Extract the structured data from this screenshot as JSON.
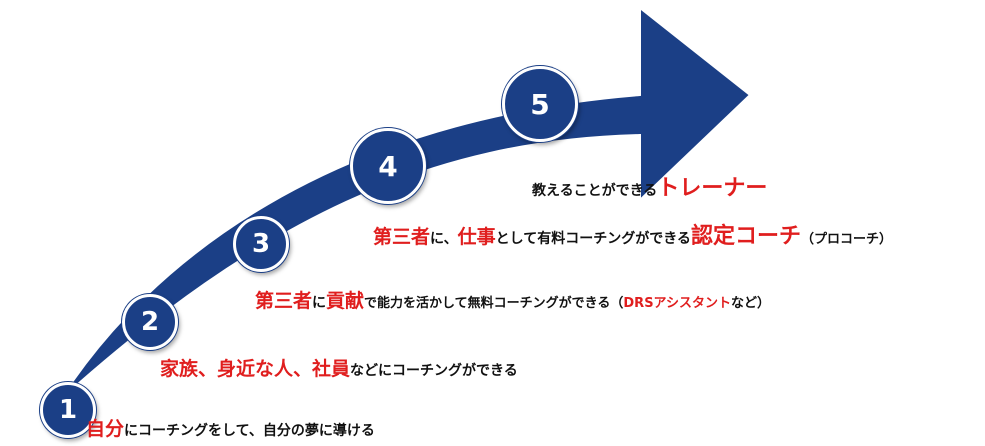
{
  "colors": {
    "arrow": "#1b3f86",
    "accent": "#e01e1e",
    "text": "#111111"
  },
  "steps": [
    {
      "number": "1",
      "parts": [
        {
          "text": "自分",
          "em": true
        },
        {
          "text": "にコーチングをして、自分の夢に導ける",
          "em": false
        }
      ]
    },
    {
      "number": "2",
      "parts": [
        {
          "text": "家族、身近な人、社員",
          "em": true
        },
        {
          "text": "などにコーチングができる",
          "em": false
        }
      ]
    },
    {
      "number": "3",
      "parts": [
        {
          "text": "第三者",
          "em": true
        },
        {
          "text": "に",
          "em": false
        },
        {
          "text": "貢献",
          "em": true
        },
        {
          "text": "で能力を活かして無料コーチングができる（",
          "em": false
        },
        {
          "text": "DRSアシスタント",
          "em": true
        },
        {
          "text": "など）",
          "em": false
        }
      ]
    },
    {
      "number": "4",
      "parts": [
        {
          "text": "第三者",
          "em": true
        },
        {
          "text": "に、",
          "em": false
        },
        {
          "text": "仕事",
          "em": true
        },
        {
          "text": "として有料コーチングができる",
          "em": false
        },
        {
          "text": "認定コーチ",
          "em": true
        },
        {
          "text": "（プロコーチ）",
          "em": false
        }
      ]
    },
    {
      "number": "5",
      "parts": [
        {
          "text": "教えることができる",
          "em": false
        },
        {
          "text": "トレーナー",
          "em": true
        }
      ]
    }
  ]
}
